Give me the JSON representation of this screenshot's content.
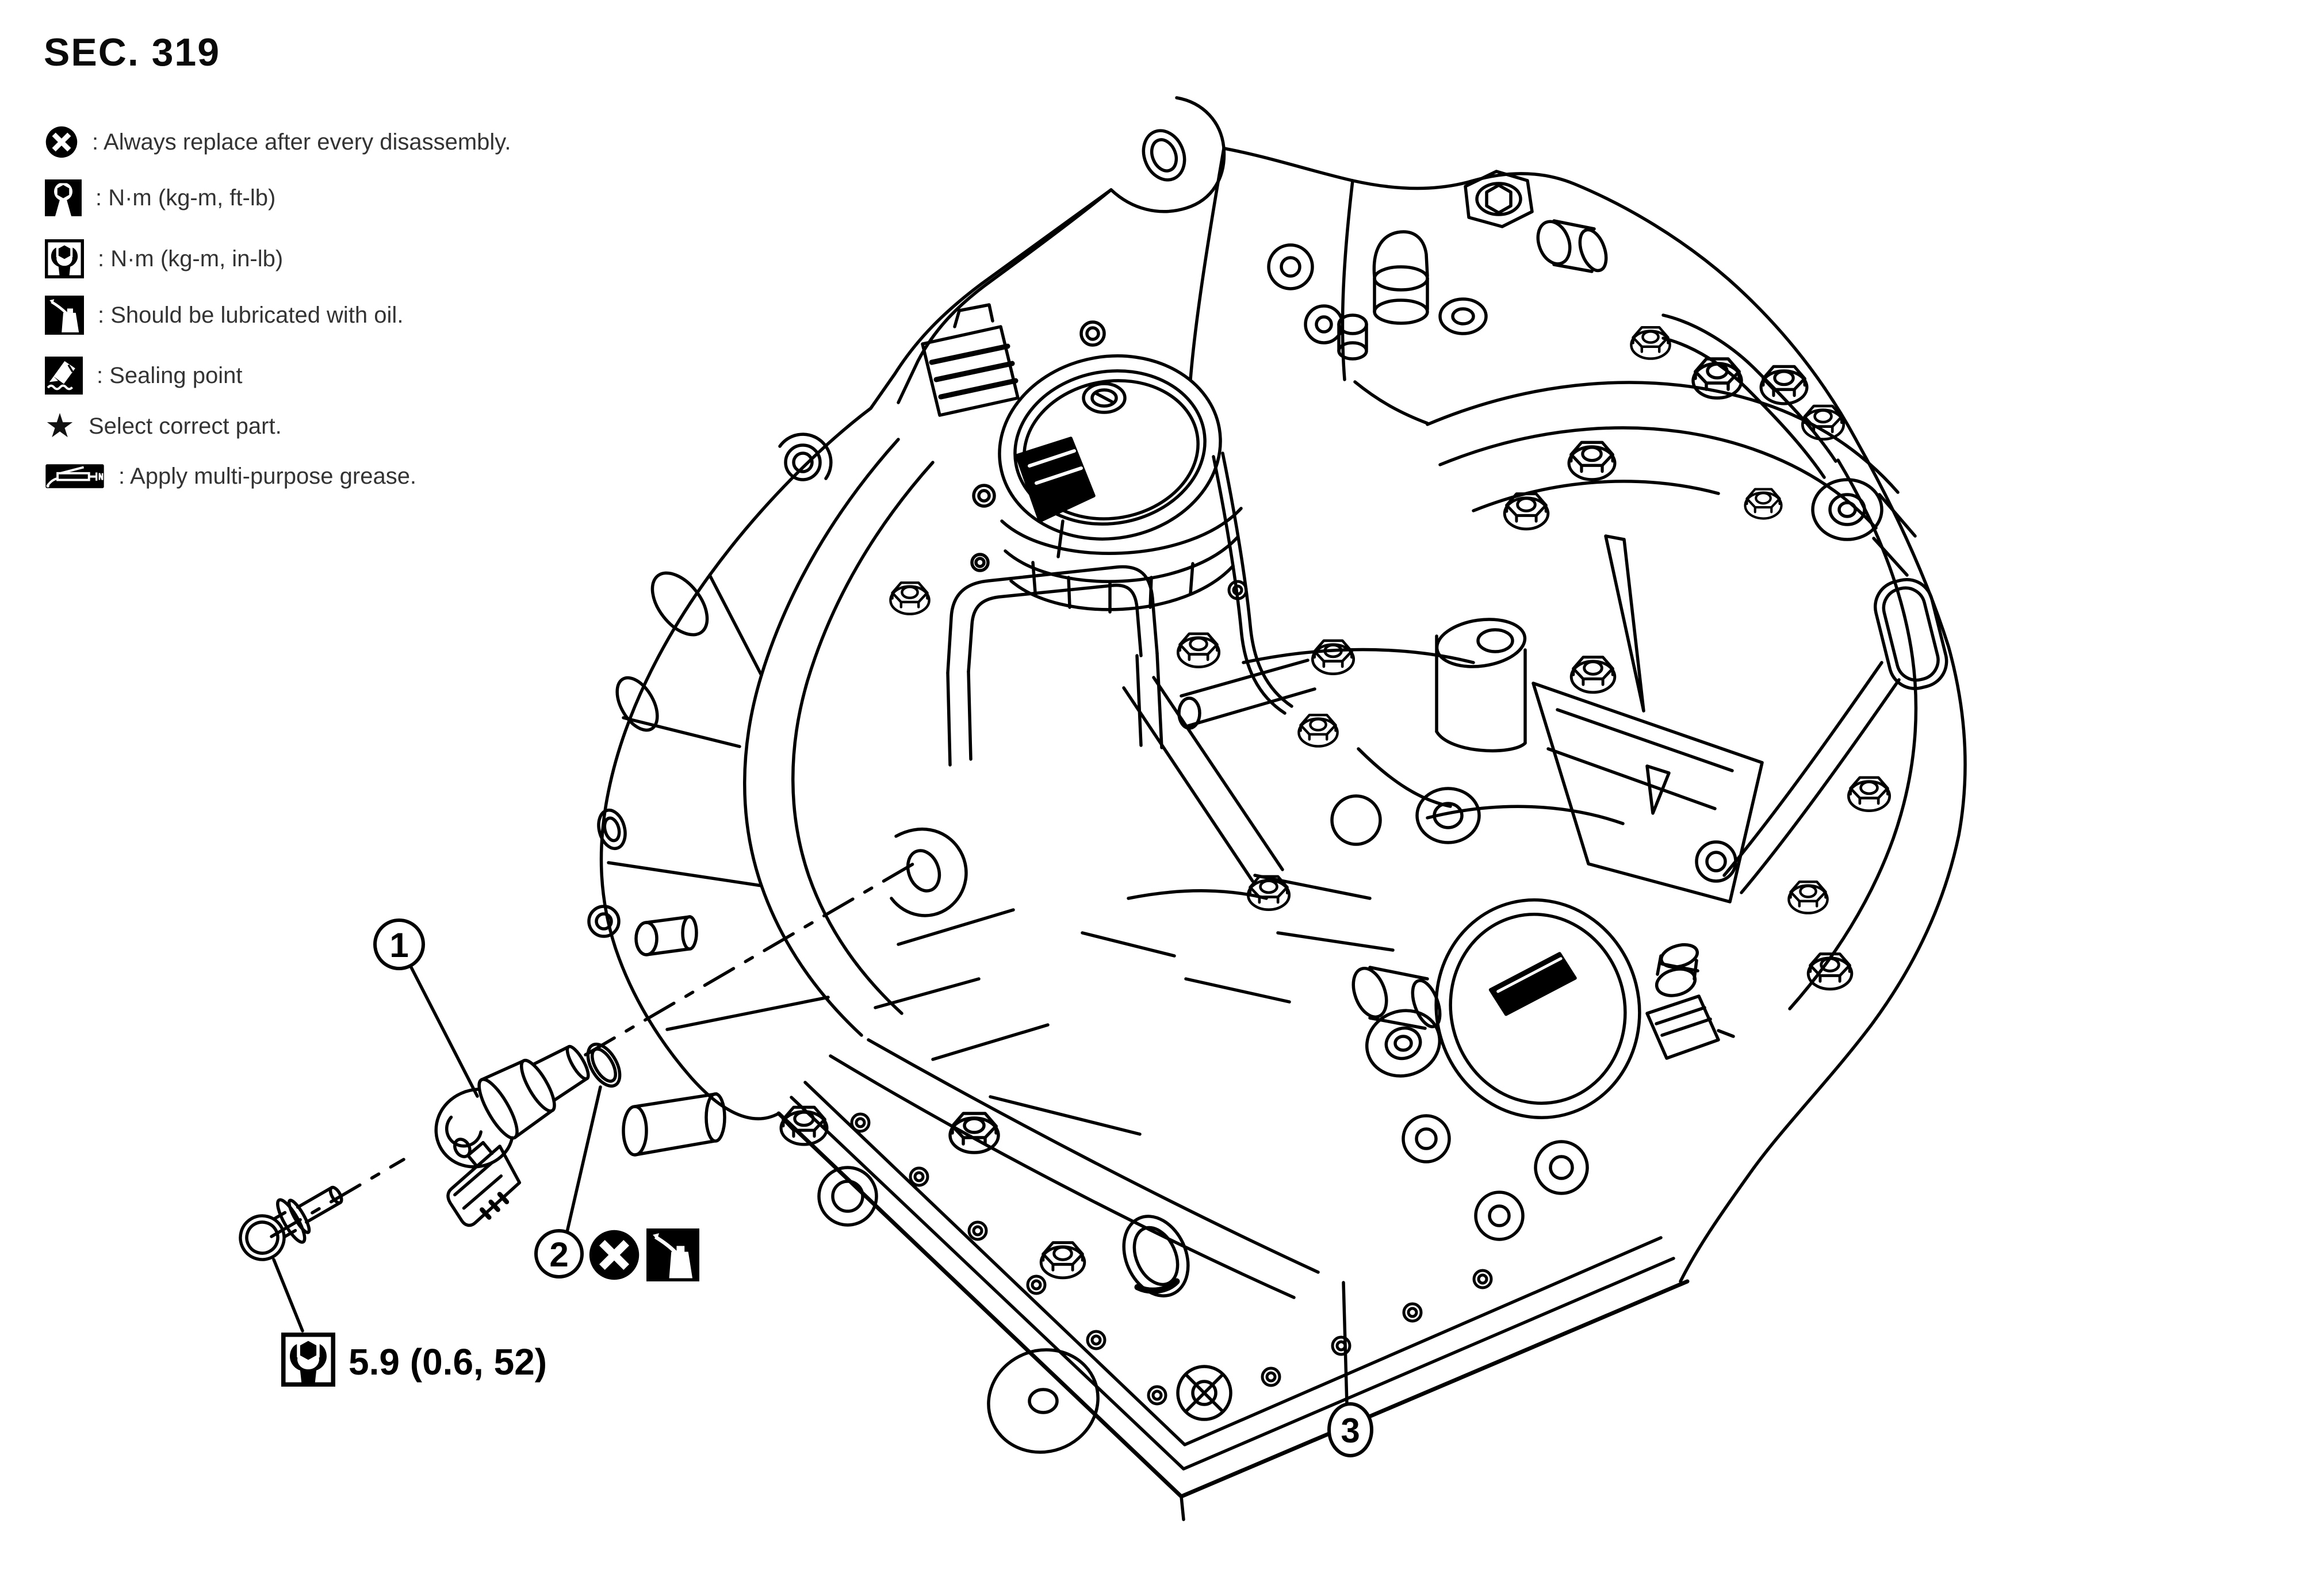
{
  "page": {
    "title": "SEC. 319",
    "background": "#ffffff",
    "ink": "#000000",
    "text_color": "#333333"
  },
  "legend": {
    "items": [
      {
        "icon": "replace-icon",
        "label": ": Always replace after every disassembly."
      },
      {
        "icon": "torque-ft-lb-icon",
        "label": ": N·m (kg-m, ft-lb)"
      },
      {
        "icon": "torque-in-lb-icon",
        "label": ": N·m (kg-m, in-lb)"
      },
      {
        "icon": "oil-icon",
        "label": ": Should be lubricated with oil."
      },
      {
        "icon": "sealing-point-icon",
        "label": ": Sealing point"
      },
      {
        "icon": "star-icon",
        "label": "Select correct part."
      },
      {
        "icon": "grease-icon",
        "label": ": Apply multi-purpose grease."
      }
    ]
  },
  "icons": {
    "star_glyph": "★"
  },
  "diagram": {
    "subject": "transaxle-assembly",
    "callouts": [
      {
        "number": "1"
      },
      {
        "number": "2"
      },
      {
        "number": "3"
      }
    ],
    "torque_label": {
      "icon": "torque-in-lb-icon",
      "value": "5.9 (0.6, 52)"
    },
    "callout_2_symbols": [
      {
        "icon": "replace-icon"
      },
      {
        "icon": "oil-icon"
      }
    ]
  }
}
